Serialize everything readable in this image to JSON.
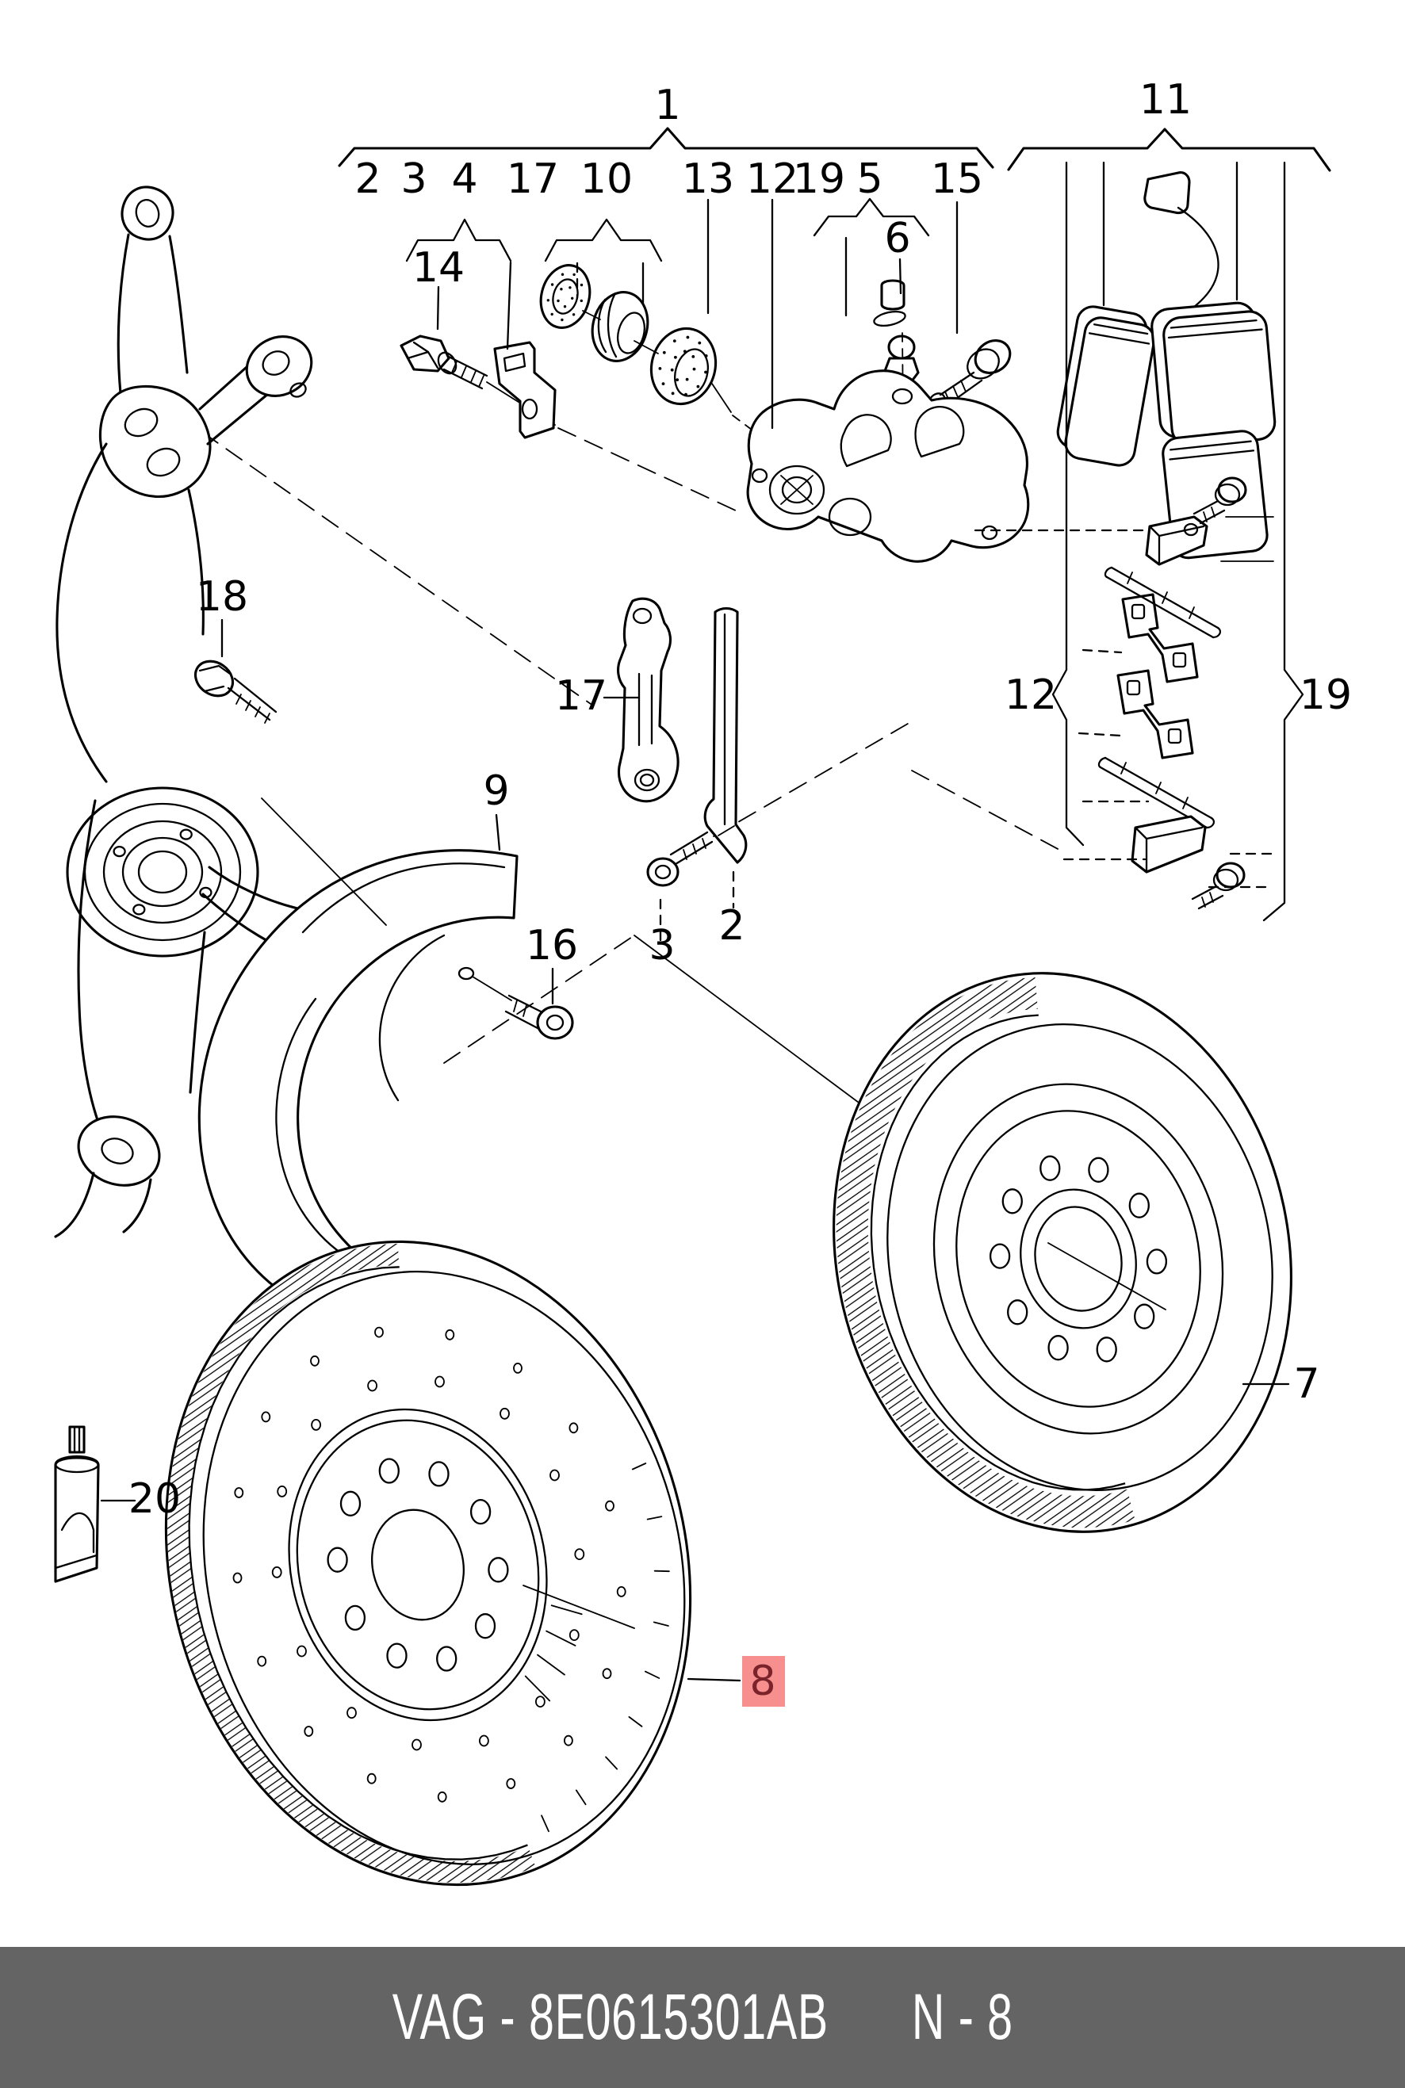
{
  "colors": {
    "canvas_bg": "#ffffff",
    "line": "#000000",
    "footer_bg": "#646464",
    "footer_fg": "#ffffff",
    "highlight_bg": "#f78f8f",
    "highlight_fg": "#7a232b"
  },
  "diagram": {
    "title": "Front brake assembly exploded view",
    "callouts": [
      {
        "n": "1"
      },
      {
        "n": "2"
      },
      {
        "n": "3"
      },
      {
        "n": "4"
      },
      {
        "n": "17"
      },
      {
        "n": "10"
      },
      {
        "n": "13"
      },
      {
        "n": "12"
      },
      {
        "n": "19"
      },
      {
        "n": "5"
      },
      {
        "n": "15"
      },
      {
        "n": "14"
      },
      {
        "n": "6"
      },
      {
        "n": "11"
      },
      {
        "n": "18"
      },
      {
        "n": "17"
      },
      {
        "n": "9"
      },
      {
        "n": "16"
      },
      {
        "n": "3"
      },
      {
        "n": "2"
      },
      {
        "n": "12"
      },
      {
        "n": "19"
      },
      {
        "n": "7"
      },
      {
        "n": "8"
      },
      {
        "n": "20"
      }
    ],
    "highlighted_callout": "8"
  },
  "footer": {
    "part_number": "VAG - 8E0615301AB",
    "page_ref": "N - 8"
  }
}
